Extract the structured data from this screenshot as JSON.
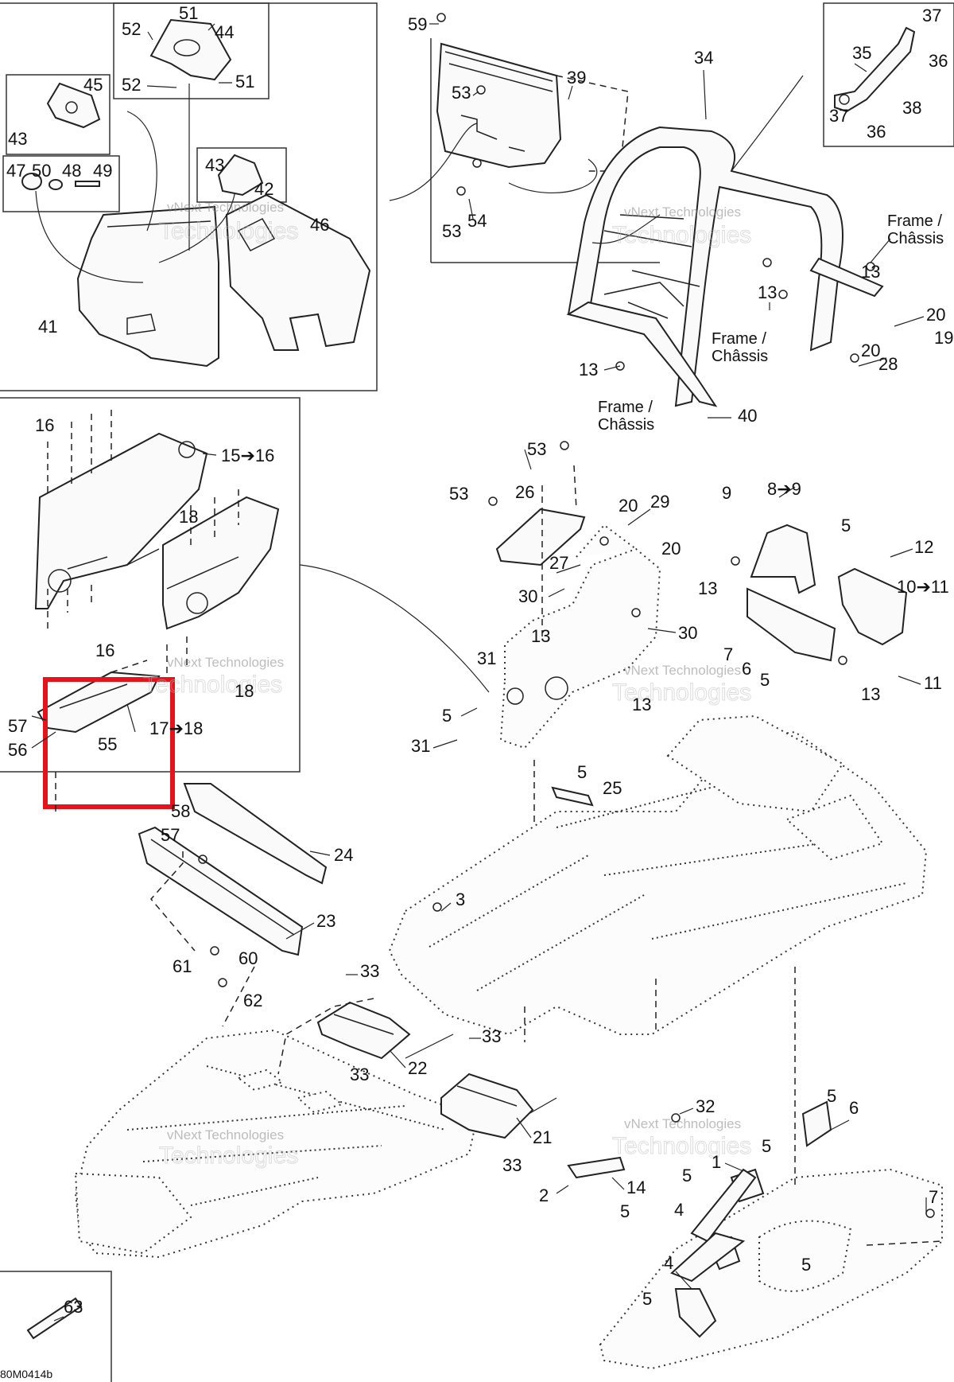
{
  "diagram": {
    "code": "80M0414b",
    "watermark": {
      "line1": "vNext Technologies",
      "line2": "Technologies"
    },
    "frame_text": {
      "en": "Frame /",
      "fr": "Châssis"
    },
    "callouts": [
      {
        "id": "c59",
        "text": "59"
      },
      {
        "id": "c51a",
        "text": "51"
      },
      {
        "id": "c52a",
        "text": "52"
      },
      {
        "id": "c44",
        "text": "44"
      },
      {
        "id": "c52b",
        "text": "52"
      },
      {
        "id": "c51b",
        "text": "51"
      },
      {
        "id": "c45",
        "text": "45"
      },
      {
        "id": "c43a",
        "text": "43"
      },
      {
        "id": "c47",
        "text": "47"
      },
      {
        "id": "c50",
        "text": "50"
      },
      {
        "id": "c48",
        "text": "48"
      },
      {
        "id": "c49",
        "text": "49"
      },
      {
        "id": "c43b",
        "text": "43"
      },
      {
        "id": "c42",
        "text": "42"
      },
      {
        "id": "c46",
        "text": "46"
      },
      {
        "id": "c41",
        "text": "41"
      },
      {
        "id": "c53a",
        "text": "53"
      },
      {
        "id": "c39",
        "text": "39"
      },
      {
        "id": "c54",
        "text": "54"
      },
      {
        "id": "c53b",
        "text": "53"
      },
      {
        "id": "c34",
        "text": "34"
      },
      {
        "id": "c37a",
        "text": "37"
      },
      {
        "id": "c35",
        "text": "35"
      },
      {
        "id": "c36a",
        "text": "36"
      },
      {
        "id": "c37b",
        "text": "37"
      },
      {
        "id": "c38",
        "text": "38"
      },
      {
        "id": "c36b",
        "text": "36"
      },
      {
        "id": "c13a",
        "text": "13"
      },
      {
        "id": "c13b",
        "text": "13"
      },
      {
        "id": "c20a",
        "text": "20"
      },
      {
        "id": "c19",
        "text": "19"
      },
      {
        "id": "c20b",
        "text": "20"
      },
      {
        "id": "c28",
        "text": "28"
      },
      {
        "id": "c13c",
        "text": "13"
      },
      {
        "id": "c40",
        "text": "40"
      },
      {
        "id": "c16a",
        "text": "16"
      },
      {
        "id": "c15",
        "text": "15➔16"
      },
      {
        "id": "c18a",
        "text": "18"
      },
      {
        "id": "c16b",
        "text": "16"
      },
      {
        "id": "c18b",
        "text": "18"
      },
      {
        "id": "c57a",
        "text": "57"
      },
      {
        "id": "c56",
        "text": "56"
      },
      {
        "id": "c55",
        "text": "55"
      },
      {
        "id": "c17",
        "text": "17➔18"
      },
      {
        "id": "c53c",
        "text": "53"
      },
      {
        "id": "c53d",
        "text": "53"
      },
      {
        "id": "c26",
        "text": "26"
      },
      {
        "id": "c20c",
        "text": "20"
      },
      {
        "id": "c29",
        "text": "29"
      },
      {
        "id": "c20d",
        "text": "20"
      },
      {
        "id": "c27",
        "text": "27"
      },
      {
        "id": "c30a",
        "text": "30"
      },
      {
        "id": "c13d",
        "text": "13"
      },
      {
        "id": "c30b",
        "text": "30"
      },
      {
        "id": "c31a",
        "text": "31"
      },
      {
        "id": "c7a",
        "text": "7"
      },
      {
        "id": "c6a",
        "text": "6"
      },
      {
        "id": "c5a",
        "text": "5"
      },
      {
        "id": "c13e",
        "text": "13"
      },
      {
        "id": "c5b",
        "text": "5"
      },
      {
        "id": "c31b",
        "text": "31"
      },
      {
        "id": "c5c",
        "text": "5"
      },
      {
        "id": "c25",
        "text": "25"
      },
      {
        "id": "c9",
        "text": "9"
      },
      {
        "id": "c8",
        "text": "8➔9"
      },
      {
        "id": "c5d",
        "text": "5"
      },
      {
        "id": "c12",
        "text": "12"
      },
      {
        "id": "c13f",
        "text": "13"
      },
      {
        "id": "c10",
        "text": "10➔11"
      },
      {
        "id": "c11",
        "text": "11"
      },
      {
        "id": "c13g",
        "text": "13"
      },
      {
        "id": "c58",
        "text": "58"
      },
      {
        "id": "c57b",
        "text": "57"
      },
      {
        "id": "c24",
        "text": "24"
      },
      {
        "id": "c23",
        "text": "23"
      },
      {
        "id": "c3",
        "text": "3"
      },
      {
        "id": "c61",
        "text": "61"
      },
      {
        "id": "c60",
        "text": "60"
      },
      {
        "id": "c62",
        "text": "62"
      },
      {
        "id": "c33a",
        "text": "33"
      },
      {
        "id": "c22",
        "text": "22"
      },
      {
        "id": "c33b",
        "text": "33"
      },
      {
        "id": "c33c",
        "text": "33"
      },
      {
        "id": "c21",
        "text": "21"
      },
      {
        "id": "c33d",
        "text": "33"
      },
      {
        "id": "c32",
        "text": "32"
      },
      {
        "id": "c5e",
        "text": "5"
      },
      {
        "id": "c6b",
        "text": "6"
      },
      {
        "id": "c1",
        "text": "1"
      },
      {
        "id": "c5f",
        "text": "5"
      },
      {
        "id": "c2",
        "text": "2"
      },
      {
        "id": "c14",
        "text": "14"
      },
      {
        "id": "c5g",
        "text": "5"
      },
      {
        "id": "c5h",
        "text": "5"
      },
      {
        "id": "c4a",
        "text": "4"
      },
      {
        "id": "c7b",
        "text": "7"
      },
      {
        "id": "c4b",
        "text": "4"
      },
      {
        "id": "c5i",
        "text": "5"
      },
      {
        "id": "c5j",
        "text": "5"
      },
      {
        "id": "c63",
        "text": "63"
      }
    ],
    "highlight": {
      "color": "#e3141b",
      "part": "55"
    },
    "colors": {
      "line": "#222222",
      "highlight": "#e3141b",
      "watermark": "#888888"
    }
  }
}
